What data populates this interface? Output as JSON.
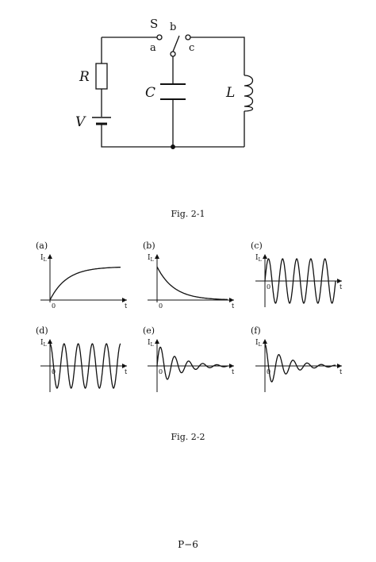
{
  "figure1": {
    "caption": "Fig. 2-1",
    "labels": {
      "switch": "S",
      "a": "a",
      "b": "b",
      "c": "c",
      "R": "R",
      "V": "V",
      "C": "C",
      "L": "L"
    }
  },
  "figure2": {
    "caption": "Fig. 2-2",
    "panels": [
      {
        "tag": "(a)",
        "ylabel": "I",
        "ysub": "L",
        "xlabel": "t",
        "origin": "0",
        "kind": "rise"
      },
      {
        "tag": "(b)",
        "ylabel": "I",
        "ysub": "L",
        "xlabel": "t",
        "origin": "0",
        "kind": "decay"
      },
      {
        "tag": "(c)",
        "ylabel": "I",
        "ysub": "L",
        "xlabel": "t",
        "origin": "0",
        "kind": "osc-sin"
      },
      {
        "tag": "(d)",
        "ylabel": "I",
        "ysub": "L",
        "xlabel": "t",
        "origin": "0",
        "kind": "osc-cos"
      },
      {
        "tag": "(e)",
        "ylabel": "I",
        "ysub": "L",
        "xlabel": "t",
        "origin": "0",
        "kind": "damped-sin"
      },
      {
        "tag": "(f)",
        "ylabel": "I",
        "ysub": "L",
        "xlabel": "t",
        "origin": "0",
        "kind": "damped-cos"
      }
    ]
  },
  "page_number": "P−6"
}
